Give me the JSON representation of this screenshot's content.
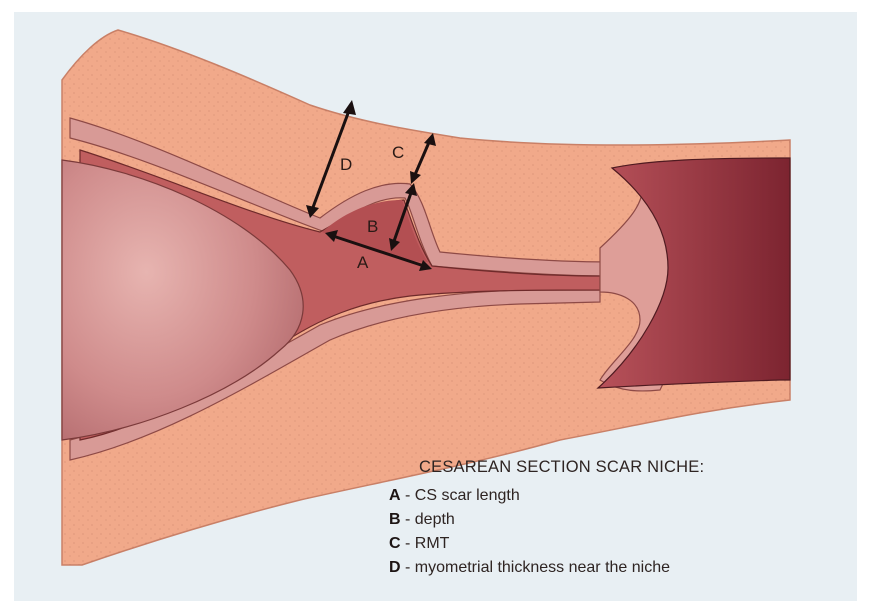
{
  "diagram": {
    "measurements": [
      {
        "letter": "A"
      },
      {
        "letter": "B"
      },
      {
        "letter": "C"
      },
      {
        "letter": "D"
      }
    ],
    "colors": {
      "background": "#e8eff3",
      "myometrium": "#f1a98a",
      "myometrium_edge": "#d48e74",
      "endometrium": "#d68c8c",
      "cavity": "#b9585a",
      "fetal_head": "#c88283",
      "cervical_canal": "#8e2d36",
      "outline": "#3a1c1a"
    }
  },
  "legend": {
    "title": "CESAREAN SECTION SCAR NICHE:",
    "items": [
      {
        "letter": "A",
        "text": " - CS scar length"
      },
      {
        "letter": "B",
        "text": " - depth"
      },
      {
        "letter": "C",
        "text": " - RMT"
      },
      {
        "letter": "D",
        "text": " - myometrial thickness near the niche"
      }
    ]
  }
}
